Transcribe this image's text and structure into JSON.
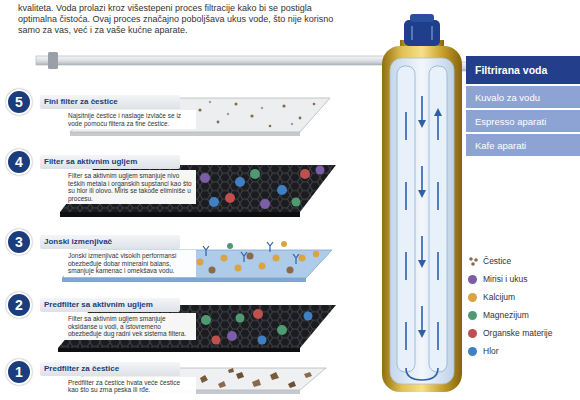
{
  "diagram": {
    "nodes": [
      {
        "text": [
          "5"
        ]
      },
      {
        "text": [
          "Fini filter za čestice",
          "Najsitnije čestice i naslage izvlače se iz vode pomoću filtera za fine čestice."
        ]
      },
      {
        "text": [
          "Filtrirana voda"
        ]
      },
      {
        "text": [
          "Kuvalo za vodu"
        ]
      },
      {
        "text": [
          "Espresso aparati"
        ]
      },
      {
        "text": [
          "Kafe aparati"
        ]
      },
      {
        "text": [
          "4"
        ]
      },
      {
        "text": [
          "Filter sa aktivnim ugljem",
          "Filter sa aktivnim ugljem smanjuje nivo teških metala i organskih supstanci kao što su hlor ili olovo. Miris se takođe eliminiše u procesu."
        ]
      },
      {
        "text": [
          "3"
        ]
      },
      {
        "text": [
          "Jonski izmenjivač",
          "Jonski izmenjivač visokih performansi obezbeđuje dobar mineralni balans, smanjuje kamenac i omekšava vodu."
        ]
      },
      {
        "text": [
          "2"
        ]
      },
      {
        "text": [
          "Predfilter sa aktivnim ugljem",
          "Filter sa aktivnim ugljem smanjuje oksidanse u vodi, a istovremeno obezbeđuje dug radni vek sistema filtera."
        ]
      },
      {
        "text": [
          "1"
        ]
      },
      {
        "text": [
          "Predfilter za čestice",
          "Predfilter za čestice hvata veće čestice kao što su zrna peska ili rđe."
        ]
      }
    ],
    "labels": [
      "kvaliteta. Voda prolazi kroz višestepeni proces filtracije kako bi se postigla optimalna čistoća. Ovaj proces značajno poboljšava ukus vode, što nije korisno samo za vas, već i za vaše kućne aparate."
    ],
    "legend": [
      {
        "text": "Čestice"
      },
      {
        "text": "Mirisi i ukus",
        "color": "#7b5ea7"
      },
      {
        "text": "Kalcijum",
        "color": "#d9a441"
      },
      {
        "text": "Magnezijum",
        "color": "#4f9a72"
      },
      {
        "text": "Organske materije",
        "color": "#c0504d"
      },
      {
        "text": "Hlor",
        "color": "#3f7fc4"
      }
    ]
  }
}
